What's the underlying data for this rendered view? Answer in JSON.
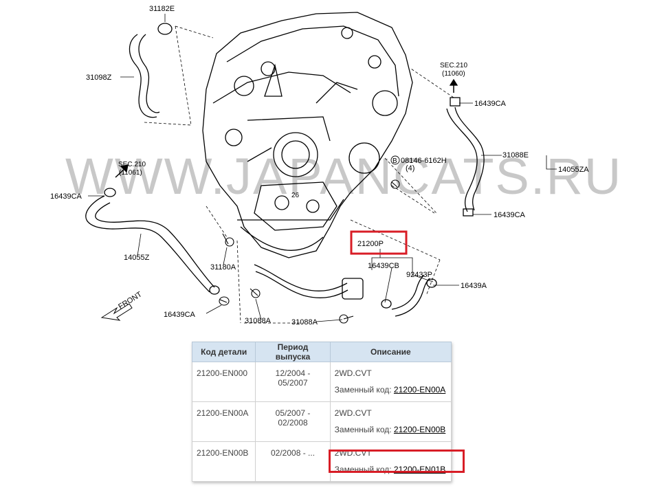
{
  "diagram": {
    "watermark": "WWW.JAPANCATS.RU",
    "watermark_sub": "26",
    "front_label": "FRONT",
    "labels": {
      "p31182E": "31182E",
      "p31098Z": "31098Z",
      "sec210_right": "SEC.210",
      "sec210_right_ref": "(11060)",
      "p16439CA_top": "16439CA",
      "p31088E": "31088E",
      "p14055ZA": "14055ZA",
      "p08146": "08146-6162H",
      "p08146_qty": "(4)",
      "b_marker": "B",
      "p16439CA_right": "16439CA",
      "sec210_left": "SEC.210",
      "sec210_left_ref": "(11061)",
      "p16439CA_left": "16439CA",
      "p14055Z": "14055Z",
      "p31180A": "31180A",
      "p21200P": "21200P",
      "p16439CB": "16439CB",
      "p92433P": "92433P",
      "p16439A": "16439A",
      "p16439CA_bottom": "16439CA",
      "p31088A_left": "31088A",
      "p31088A_right": "31088A"
    }
  },
  "table": {
    "headers": [
      "Код детали",
      "Период выпуска",
      "Описание"
    ],
    "replacement_label": "Заменный код:",
    "rows": [
      {
        "code": "21200-EN000",
        "period": "12/2004 - 05/2007",
        "desc": "2WD.CVT",
        "replacement": "21200-EN00A"
      },
      {
        "code": "21200-EN00A",
        "period": "05/2007 - 02/2008",
        "desc": "2WD.CVT",
        "replacement": "21200-EN00B"
      },
      {
        "code": "21200-EN00B",
        "period": "02/2008 - ...",
        "desc": "2WD.CVT",
        "replacement": "21200-EN01B"
      }
    ]
  },
  "colors": {
    "highlight": "#d81d26",
    "table_header": "#d6e4f1",
    "watermark": "#c8c8c8"
  }
}
